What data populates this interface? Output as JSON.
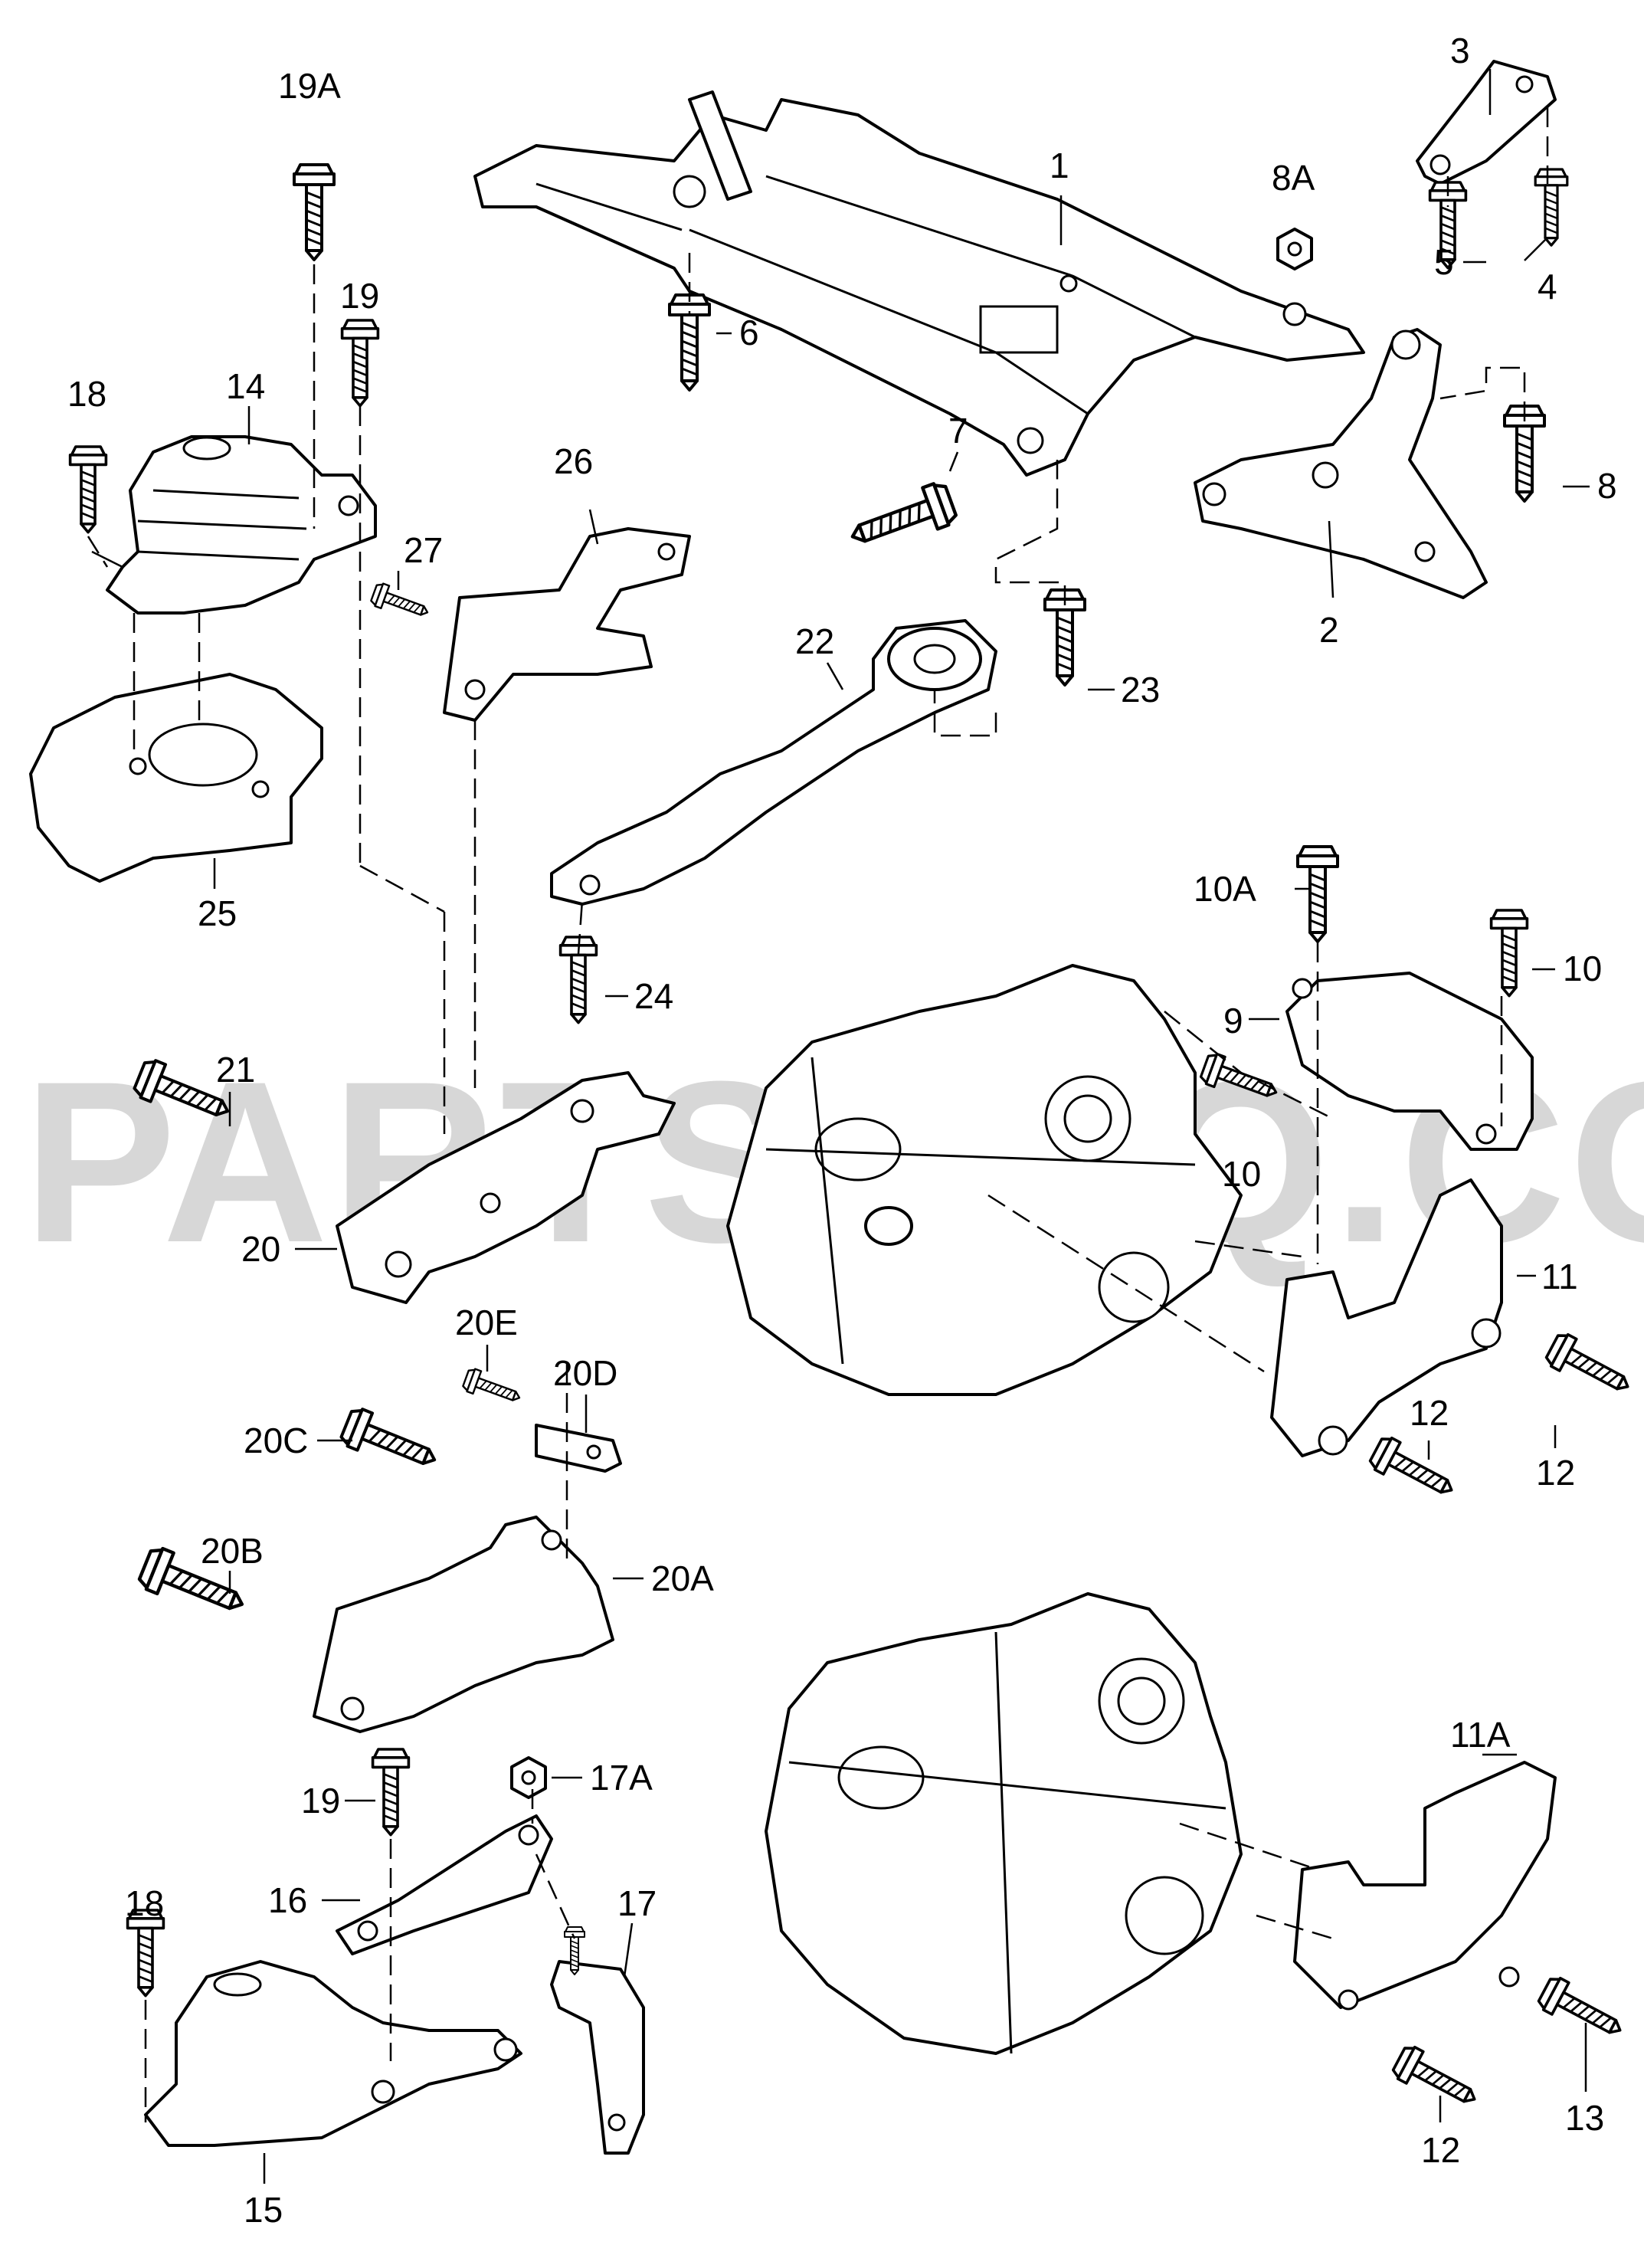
{
  "watermark": "PARTSOUQ.COM",
  "labels": {
    "p1": "1",
    "p2": "2",
    "p3": "3",
    "p4": "4",
    "p5": "5",
    "p6": "6",
    "p7": "7",
    "p8": "8",
    "p8A": "8A",
    "p9": "9",
    "p10a": "10",
    "p10b": "10",
    "p10A": "10A",
    "p11": "11",
    "p11A": "11A",
    "p12a": "12",
    "p12b": "12",
    "p12c": "12",
    "p13": "13",
    "p14": "14",
    "p15": "15",
    "p16": "16",
    "p17": "17",
    "p17A": "17A",
    "p18a": "18",
    "p18b": "18",
    "p19a": "19",
    "p19b": "19",
    "p19A": "19A",
    "p20": "20",
    "p20A": "20A",
    "p20B": "20B",
    "p20C": "20C",
    "p20D": "20D",
    "p20E": "20E",
    "p21": "21",
    "p22": "22",
    "p23": "23",
    "p24": "24",
    "p25": "25",
    "p26": "26",
    "p27": "27"
  }
}
